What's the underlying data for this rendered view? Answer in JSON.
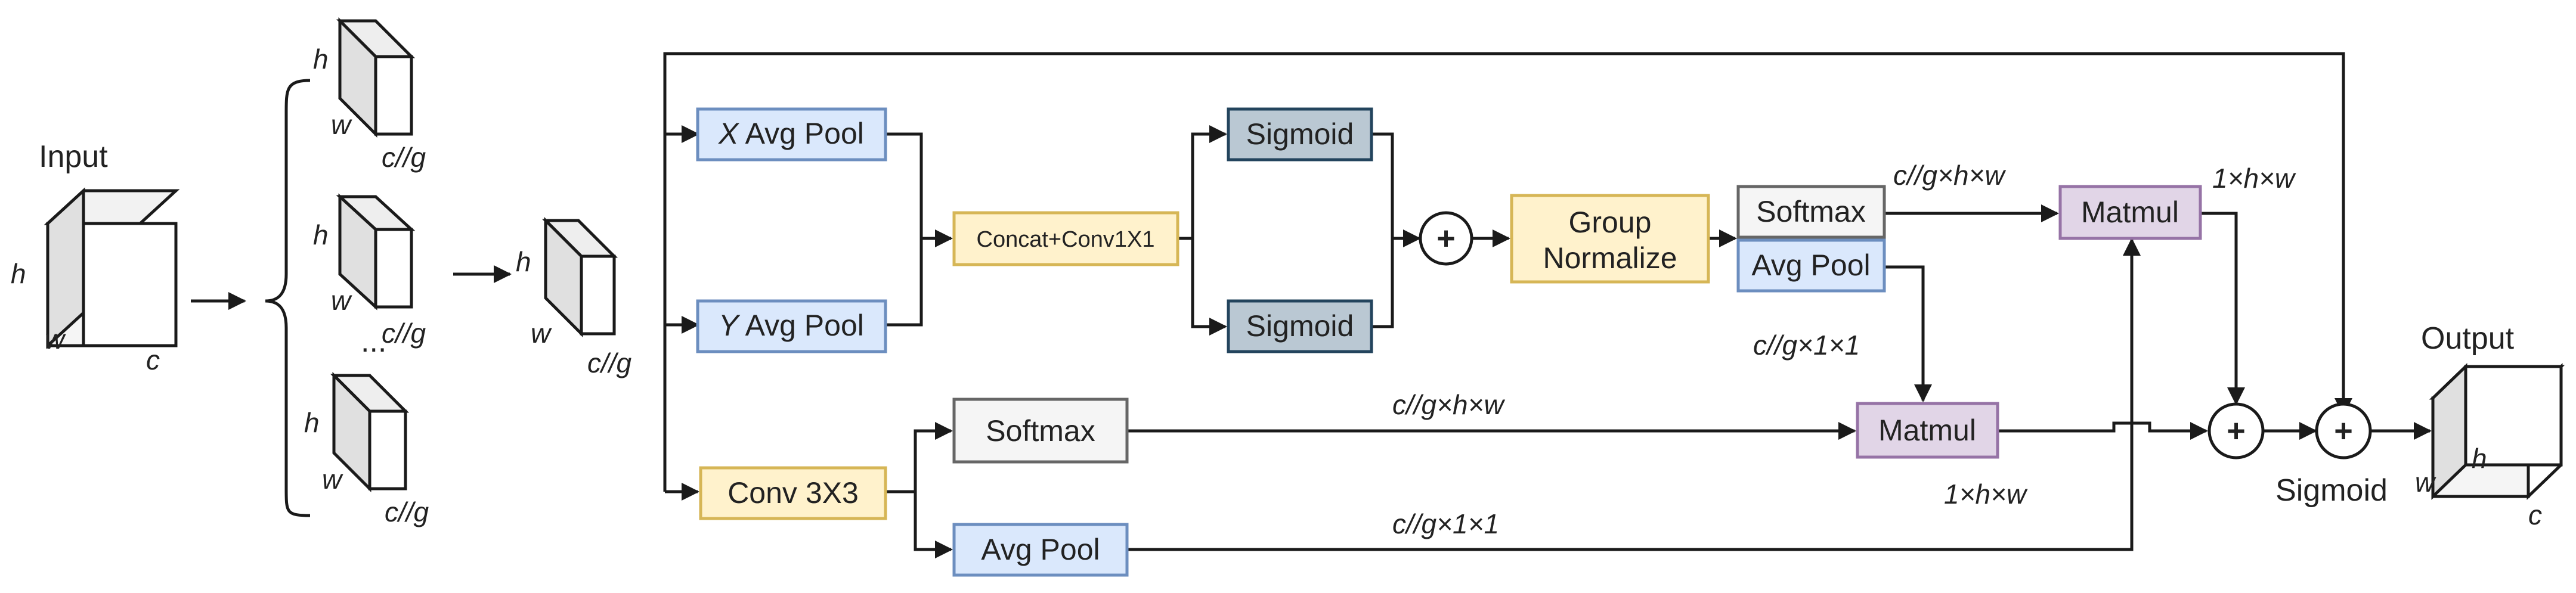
{
  "labels": {
    "input": "Input",
    "output": "Output",
    "sigmoid_final": "Sigmoid"
  },
  "boxes": {
    "x_avg_pool_var": "X",
    "x_avg_pool": "Avg Pool",
    "y_avg_pool_var": "Y",
    "y_avg_pool": "Avg Pool",
    "concat_conv": "Concat+Conv1X1",
    "sigmoid_top": "Sigmoid",
    "sigmoid_bottom": "Sigmoid",
    "group_normalize_1": "Group",
    "group_normalize_2": "Normalize",
    "softmax_top": "Softmax",
    "avg_pool_top": "Avg Pool",
    "matmul_top": "Matmul",
    "conv3x3": "Conv 3X3",
    "softmax_bottom": "Softmax",
    "avg_pool_bottom": "Avg Pool",
    "matmul_bottom": "Matmul"
  },
  "dims": {
    "input_h": "h",
    "input_w": "w",
    "input_c": "c",
    "g1_h": "h",
    "g1_w": "w",
    "g1_c": "c//g",
    "g2_h": "h",
    "g2_w": "w",
    "g2_c": "c//g",
    "ellipsis": "...",
    "g3_h": "h",
    "g3_w": "w",
    "g3_c": "c//g",
    "sel_h": "h",
    "sel_w": "w",
    "sel_c": "c//g",
    "out_h": "h",
    "out_w": "w",
    "out_c": "c",
    "top_softmax_out": "c//g×h×w",
    "top_avg_out": "c//g×1×1",
    "top_matmul_out": "1×h×w",
    "bottom_softmax_out": "c//g×h×w",
    "bottom_avg_out": "c//g×1×1",
    "bottom_matmul_out": "1×h×w"
  },
  "symbols": {
    "plus": "+"
  },
  "colors": {
    "blue_fill": "#dae8fc",
    "blue_stroke": "#6c8ebf",
    "yellow_fill": "#fff2cc",
    "yellow_stroke": "#d6b656",
    "slate_fill": "#bac8d3",
    "slate_stroke": "#23445d",
    "gray_fill": "#f5f5f5",
    "gray_stroke": "#666666",
    "purple_fill": "#e1d5e7",
    "purple_stroke": "#9673a6"
  }
}
